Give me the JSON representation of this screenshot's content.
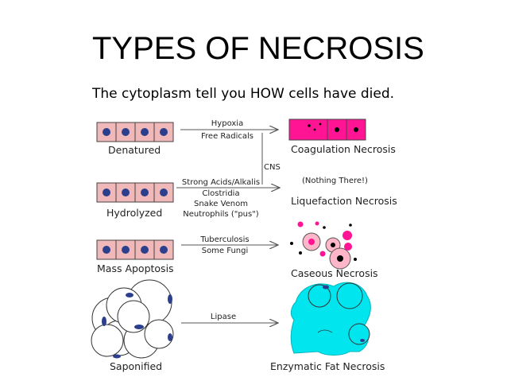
{
  "slide": {
    "title": "TYPES OF NECROSIS",
    "subtitle": "The cytoplasm tell you HOW cells have died."
  },
  "diagram": {
    "rows": [
      {
        "left_label": "Denatured",
        "arrow_text": [
          "Hypoxia",
          "Free Radicals"
        ],
        "right_label": "Coagulation Necrosis"
      },
      {
        "left_label": "Hydrolyzed",
        "arrow_text": [
          "Strong Acids/Alkalis",
          "Clostridia",
          "Snake Venom",
          "Neutrophils (\"pus\")"
        ],
        "right_label": "Liquefaction Necrosis",
        "right_note": "(Nothing There!)"
      },
      {
        "left_label": "Mass Apoptosis",
        "arrow_text": [
          "Tuberculosis",
          "Some Fungi"
        ],
        "right_label": "Caseous Necrosis"
      },
      {
        "left_label": "Saponified",
        "arrow_text": [
          "Lipase"
        ],
        "right_label": "Enzymatic Fat Necrosis"
      }
    ],
    "branch_label": "CNS",
    "colors": {
      "cell_fill": "#f0b8b8",
      "nucleus": "#2b3f8c",
      "necrosis": "#ff1493",
      "caseous": "#ffb6c8",
      "fat": "#00e5ee",
      "arrow": "#555555"
    }
  }
}
